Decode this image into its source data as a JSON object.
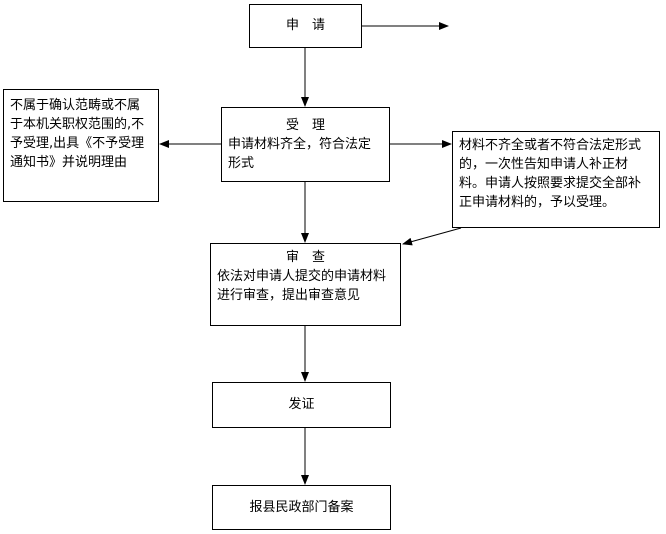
{
  "nodes": {
    "apply": {
      "title": "申　请"
    },
    "accept": {
      "title": "受　理",
      "text": "申请材料齐全，符合法定形式"
    },
    "reject": {
      "text": "不属于确认范畴或不属于本机关职权范围的,不予受理,出具《不予受理通知书》并说明理由"
    },
    "supplement": {
      "text": "材料不齐全或者不符合法定形式的，一次性告知申请人补正材料。申请人按照要求提交全部补正申请材料的，予以受理。"
    },
    "review": {
      "title": "审　查",
      "text": "依法对申请人提交的申请材料进行审查，提出审查意见"
    },
    "issue": {
      "title": "发证"
    },
    "file": {
      "title": "报县民政部门备案"
    }
  },
  "colors": {
    "line": "#000000",
    "background": "#ffffff"
  }
}
